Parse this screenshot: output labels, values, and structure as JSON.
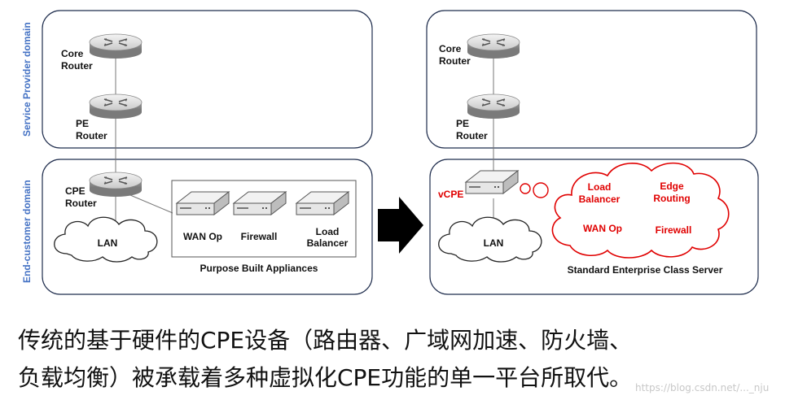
{
  "domains": {
    "service_provider": "Service Provider domain",
    "end_customer": "End-customer domain"
  },
  "left": {
    "core_router": [
      "Core",
      "Router"
    ],
    "pe_router": [
      "PE",
      "Router"
    ],
    "cpe_router": [
      "CPE",
      "Router"
    ],
    "lan": "LAN",
    "appliances": {
      "wan_op": "WAN Op",
      "firewall": "Firewall",
      "load_balancer": [
        "Load",
        "Balancer"
      ]
    },
    "appliances_caption": "Purpose Built Appliances"
  },
  "right": {
    "core_router": [
      "Core",
      "Router"
    ],
    "pe_router": [
      "PE",
      "Router"
    ],
    "vcpe": "vCPE",
    "lan": "LAN",
    "vnf": {
      "load_balancer": [
        "Load",
        "Balancer"
      ],
      "edge_routing": [
        "Edge",
        "Routing"
      ],
      "wan_op": "WAN Op",
      "firewall": "Firewall"
    },
    "server_caption": "Standard Enterprise Class Server"
  },
  "caption_lines": [
    "传统的基于硬件的CPE设备（路由器、广域网加速、防火墙、",
    "负载均衡）被承载着多种虚拟化CPE功能的单一平台所取代。"
  ],
  "watermark": "https://blog.csdn.net/..._nju",
  "colors": {
    "domain_label": "#4472c4",
    "vnf": "#e00000",
    "arrow": "#000000"
  }
}
